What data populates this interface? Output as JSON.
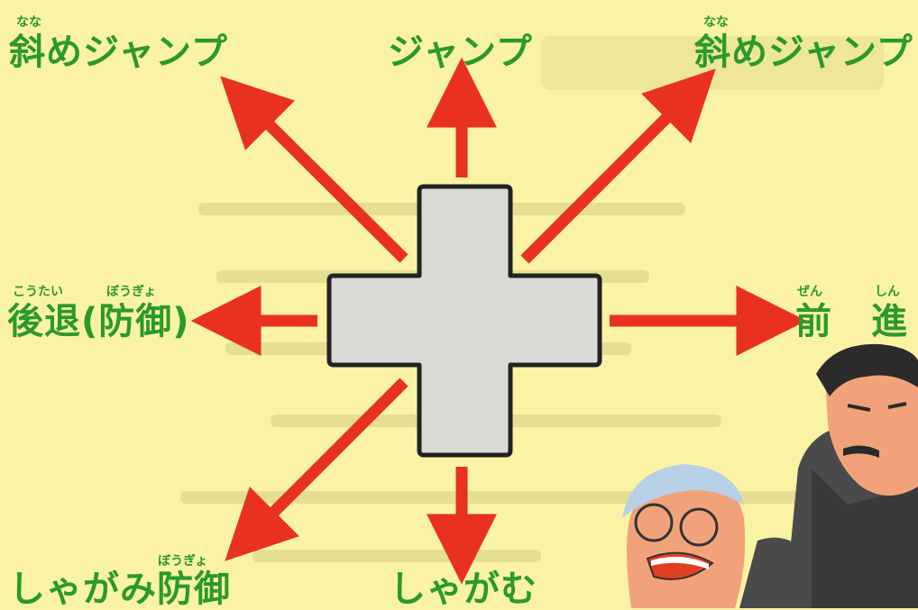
{
  "labels": {
    "up_left": {
      "text": "斜めジャンプ",
      "ruby": "なな"
    },
    "up": {
      "text": "ジャンプ"
    },
    "up_right": {
      "text": "斜めジャンプ",
      "ruby": "なな"
    },
    "left": {
      "text": "後退(防御)",
      "ruby_a": "こうたい",
      "ruby_b": "ぼうぎょ"
    },
    "right": {
      "text_a": "前",
      "text_b": "進",
      "ruby_a": "ぜん",
      "ruby_b": "しん"
    },
    "down_left": {
      "text": "しゃがみ防御",
      "ruby": "ぼうぎょ"
    },
    "down": {
      "text": "しゃがむ"
    }
  },
  "colors": {
    "background": "#fbf3a4",
    "label_green": "#2a9a2a",
    "arrow_red": "#e8321e",
    "dpad_fill": "#d9d9d6",
    "dpad_outline": "#222222"
  }
}
